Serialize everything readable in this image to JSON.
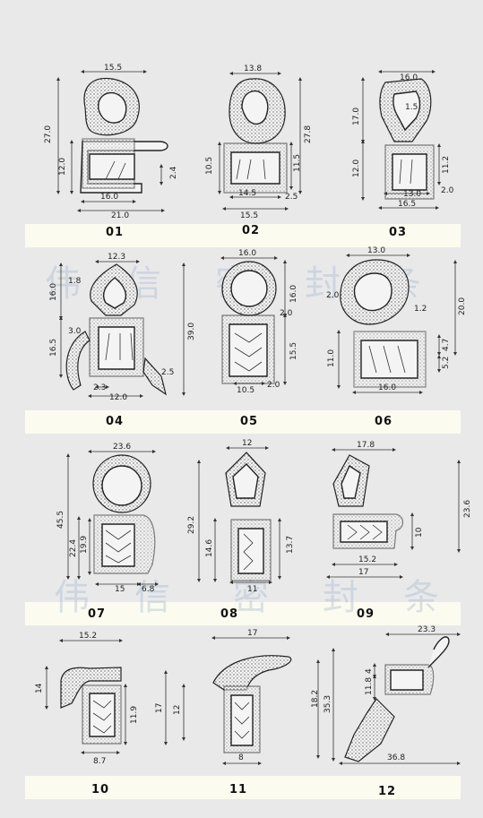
{
  "labels": [
    "01",
    "02",
    "03",
    "04",
    "05",
    "06",
    "07",
    "08",
    "09",
    "10",
    "11",
    "12"
  ],
  "dims": {
    "p01": [
      "15.5",
      "27.0",
      "12.0",
      "16.0",
      "21.0",
      "2.4"
    ],
    "p02": [
      "13.8",
      "27.8",
      "10.5",
      "11.5",
      "14.5",
      "15.5",
      "2.5"
    ],
    "p03": [
      "16.0",
      "17.0",
      "1.5",
      "12.0",
      "11.2",
      "13.0",
      "16.5",
      "2.0"
    ],
    "p04": [
      "12.3",
      "1.8",
      "16.0",
      "3.0",
      "16.5",
      "39.0",
      "2.5",
      "2.3",
      "12.0"
    ],
    "p05": [
      "16.0",
      "16.0",
      "2.0",
      "15.5",
      "10.5",
      "2.0"
    ],
    "p06": [
      "13.0",
      "2.0",
      "1.2",
      "20.0",
      "11.0",
      "4.7",
      "5.2",
      "16.0"
    ],
    "p07": [
      "23.6",
      "45.5",
      "22.4",
      "19.9",
      "15",
      "6.8"
    ],
    "p08": [
      "12",
      "29.2",
      "14.6",
      "13.7",
      "11"
    ],
    "p09": [
      "17.8",
      "23.6",
      "10",
      "15.2",
      "17"
    ],
    "p10": [
      "15.2",
      "14",
      "11.9",
      "17",
      "8.7"
    ],
    "p11": [
      "17",
      "12",
      "18.2",
      "8"
    ],
    "p12": [
      "23.3",
      "4",
      "11.8",
      "35.3",
      "36.8"
    ]
  },
  "watermark": [
    "伟",
    "信",
    "密",
    "封",
    "条"
  ]
}
